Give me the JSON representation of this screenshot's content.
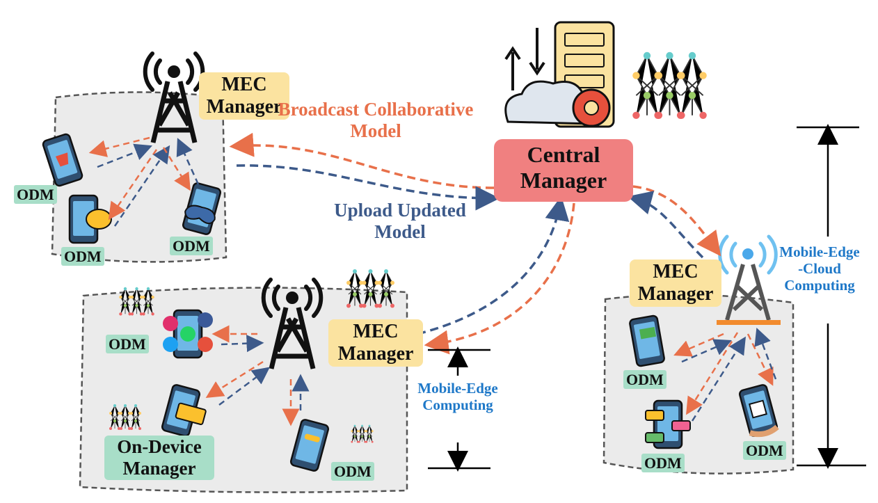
{
  "labels": {
    "mec_manager": "MEC Manager",
    "central_manager": "Central Manager",
    "odm": "ODM",
    "on_device_manager": "On-Device Manager",
    "broadcast": "Broadcast Collaborative Model",
    "upload": "Upload Updated Model",
    "mobile_edge_computing": "Mobile-Edge Computing",
    "mobile_edge_cloud_computing": "Mobile-Edge -Cloud Computing"
  },
  "colors": {
    "downlink": "#e8704a",
    "uplink": "#3d5a8a",
    "mec_box": "#fbe3a0",
    "odm_box": "#a8dec8",
    "central_box": "#f08080",
    "region_fill": "#ebebeb",
    "computing_text": "#1e78c8"
  }
}
